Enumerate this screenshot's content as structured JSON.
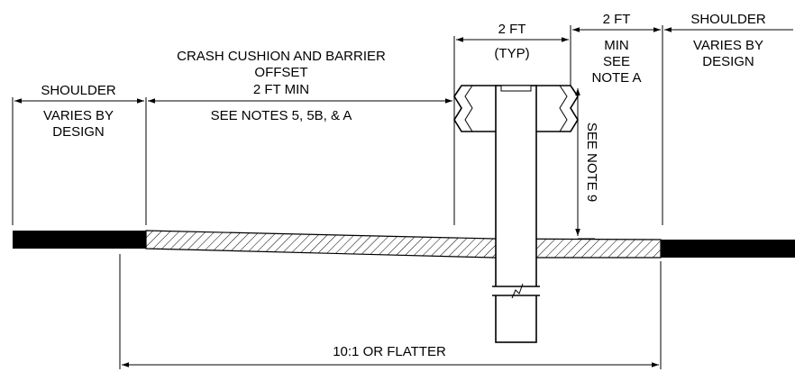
{
  "labels": {
    "shoulder_left_title": "SHOULDER",
    "shoulder_left_line1": "VARIES BY",
    "shoulder_left_line2": "DESIGN",
    "offset_line1": "CRASH CUSHION AND BARRIER",
    "offset_line2": "OFFSET",
    "offset_line3": "2 FT MIN",
    "offset_notes": "SEE NOTES 5, 5B, & A",
    "post_width": "2 FT",
    "post_width_note": "(TYP)",
    "right_gap": "2 FT",
    "right_gap_line1": "MIN",
    "right_gap_line2": "SEE",
    "right_gap_line3": "NOTE A",
    "shoulder_right_title": "SHOULDER",
    "shoulder_right_line1": "VARIES BY",
    "shoulder_right_line2": "DESIGN",
    "height_note": "SEE NOTE 9",
    "slope": "10:1 OR FLATTER"
  },
  "colors": {
    "ink": "#000000",
    "background": "#ffffff"
  }
}
